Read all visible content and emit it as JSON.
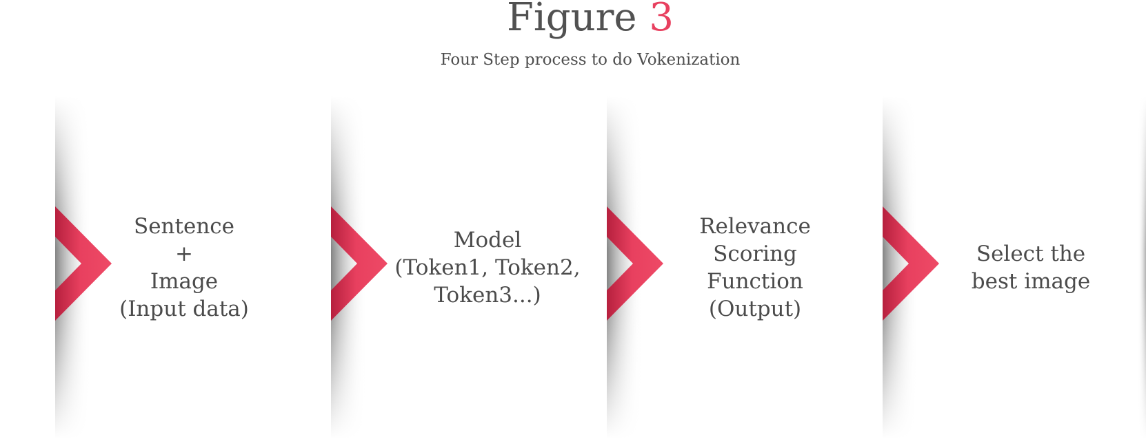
{
  "header": {
    "title_word": "Figure",
    "title_number": "3",
    "subtitle": "Four Step process to do Vokenization"
  },
  "colors": {
    "accent": "#e8405f",
    "accent_dark": "#b6203e",
    "text": "#4b4b4b"
  },
  "steps": [
    {
      "label": "Sentence\n+\nImage\n(Input data)"
    },
    {
      "label": "Model\n(Token1, Token2,\nToken3...)"
    },
    {
      "label": "Relevance\nScoring\nFunction\n(Output)"
    },
    {
      "label": "Select the\nbest image"
    }
  ]
}
